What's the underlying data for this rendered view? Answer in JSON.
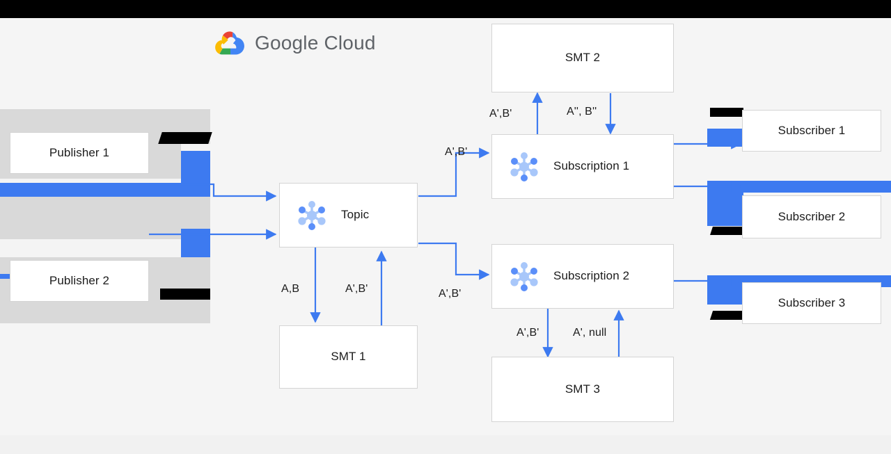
{
  "brand": {
    "logo_icon": "google-cloud-logo-icon",
    "name": "Google Cloud",
    "colors": {
      "red": "#ea4335",
      "yellow": "#fbbc04",
      "green": "#34a853",
      "blue": "#4285f4",
      "wordmark": "#5f6368"
    }
  },
  "theme": {
    "canvas_bg": "#f5f5f5",
    "page_bg": "#f1f1f1",
    "node_bg": "#ffffff",
    "node_border": "#d4d4d4",
    "edge": "#3d7af0",
    "text": "#1b1b1b",
    "glitch_gray": "#d9d9d9",
    "glitch_light": "#f4f4f4",
    "redaction": "#000000",
    "pubsub_dot_dark": "#5b8ff9",
    "pubsub_dot_light": "#a8c7fa"
  },
  "nodes": [
    {
      "id": "publisher-1",
      "label": "Publisher 1",
      "icon": null
    },
    {
      "id": "publisher-2",
      "label": "Publisher 2",
      "icon": null
    },
    {
      "id": "topic",
      "label": "Topic",
      "icon": "pubsub-icon"
    },
    {
      "id": "smt-1",
      "label": "SMT 1",
      "icon": null
    },
    {
      "id": "smt-2",
      "label": "SMT 2",
      "icon": null
    },
    {
      "id": "smt-3",
      "label": "SMT 3",
      "icon": null
    },
    {
      "id": "subscription-1",
      "label": "Subscription 1",
      "icon": "pubsub-icon"
    },
    {
      "id": "subscription-2",
      "label": "Subscription 2",
      "icon": "pubsub-icon"
    },
    {
      "id": "subscriber-1",
      "label": "Subscriber 1",
      "icon": null
    },
    {
      "id": "subscriber-2",
      "label": "Subscriber 2",
      "icon": null
    },
    {
      "id": "subscriber-3",
      "label": "Subscriber 3",
      "icon": null
    }
  ],
  "edge_labels": [
    {
      "id": "topic-to-smt1",
      "text": "A,B"
    },
    {
      "id": "smt1-to-topic",
      "text": "A',B'"
    },
    {
      "id": "topic-to-sub1",
      "text": "A',B'"
    },
    {
      "id": "topic-to-sub2",
      "text": "A',B'"
    },
    {
      "id": "sub1-to-smt2",
      "text": "A',B'"
    },
    {
      "id": "smt2-to-sub1",
      "text": "A'', B''"
    },
    {
      "id": "sub2-to-smt3",
      "text": "A',B'"
    },
    {
      "id": "smt3-to-sub2",
      "text": "A', null"
    }
  ]
}
